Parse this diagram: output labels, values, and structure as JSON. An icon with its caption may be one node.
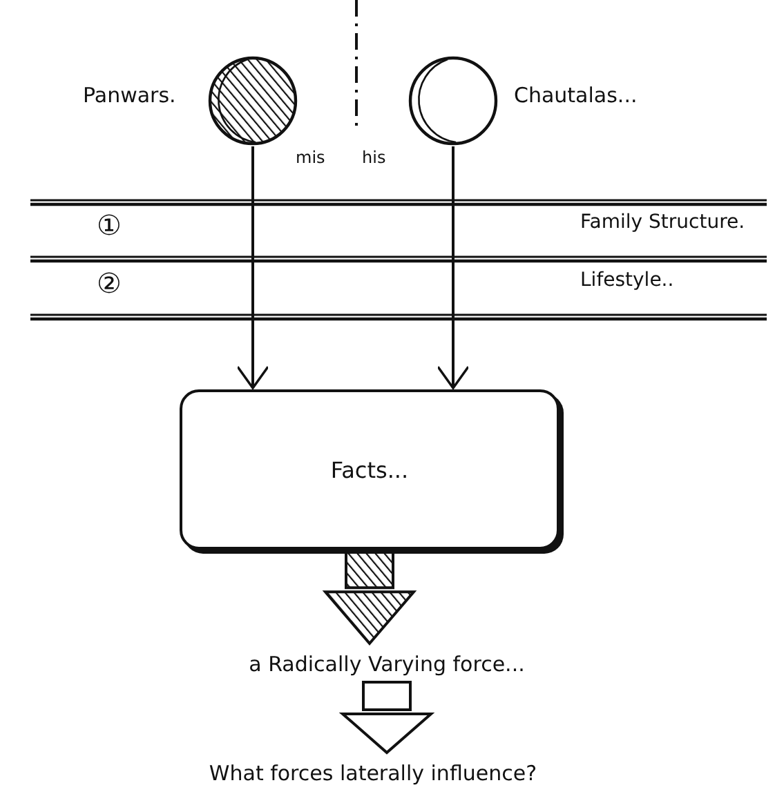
{
  "diagram": {
    "nodes": [
      {
        "text": [],
        "shape": "circle",
        "beside": [
          "Panwars.",
          "mis"
        ]
      },
      {
        "text": [],
        "shape": "circle",
        "beside": [
          "his",
          "Chautalas..."
        ]
      },
      {
        "text": [
          "Facts..."
        ]
      },
      {
        "text": [
          "a Radically Varying force..."
        ]
      },
      {
        "text": [
          "What forces laterally influence?"
        ]
      }
    ],
    "edges": [
      {
        "from": 0,
        "to": 2,
        "arrow": "to"
      },
      {
        "from": 1,
        "to": 2,
        "arrow": "to"
      },
      {
        "from": 2,
        "to": 3,
        "arrow": "to",
        "style": "thick"
      },
      {
        "from": 3,
        "to": 4,
        "arrow": "to",
        "style": "thick"
      }
    ],
    "labels": [
      "①",
      "Family Structure.",
      "②",
      "Lifestyle.."
    ]
  }
}
